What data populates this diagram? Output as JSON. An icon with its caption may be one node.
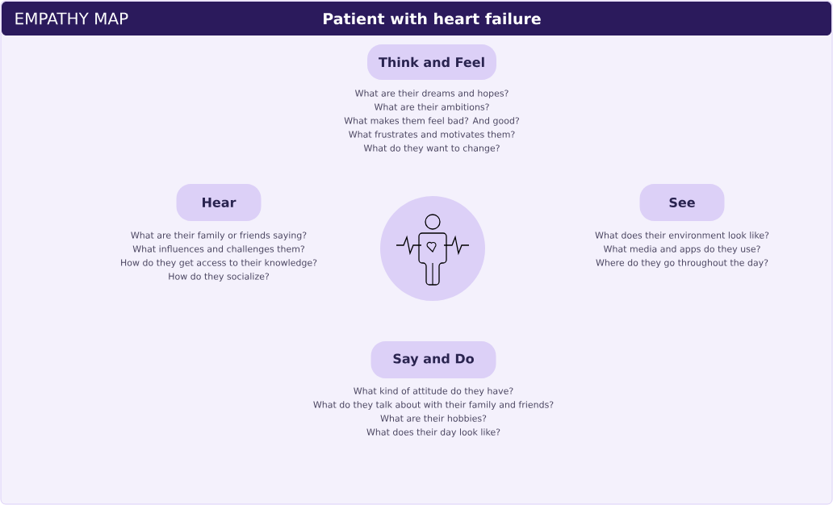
{
  "diagram": {
    "title": "EMPATHY MAP",
    "nodes": [
      {
        "text": [
          "Think and Feel"
        ],
        "beside": [
          "What are their dreams and hopes?",
          "What are their ambitions?",
          "What makes them feel bad? And good?",
          "What frustrates and motivates them?",
          "What do they want to change?"
        ]
      },
      {
        "text": [
          "Hear"
        ],
        "beside": [
          "What are their family or friends saying?",
          "What influences and challenges them?",
          "How do they get access to their knowledge?",
          "How do they socialize?"
        ]
      },
      {
        "text": [],
        "shape": "circle"
      },
      {
        "text": [
          "See"
        ],
        "beside": [
          "What does their environment look like?",
          "What media and apps do they use?",
          "Where do they go throughout the day?"
        ]
      },
      {
        "text": [
          "Say and Do"
        ],
        "beside": [
          "What kind of attitude do they have?",
          "What do they talk about with their family and friends?",
          "What are their hobbies?",
          "What does their day look like?"
        ]
      }
    ],
    "labels": [
      "Patient with heart failure"
    ]
  }
}
